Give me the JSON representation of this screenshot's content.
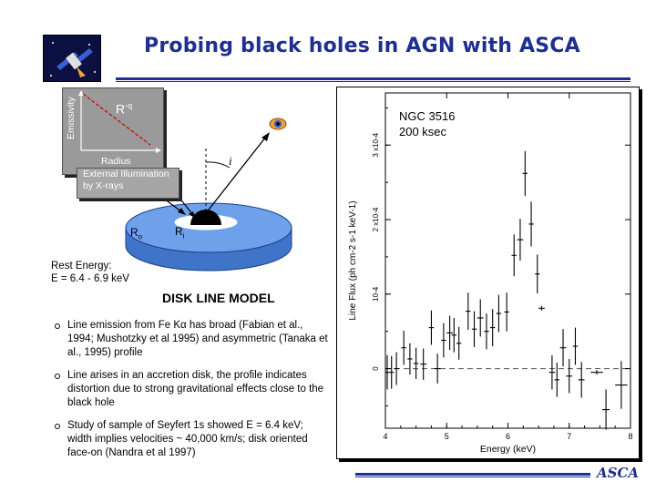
{
  "title": "Probing black holes in AGN with ASCA",
  "footer": "ASCA",
  "diagram": {
    "emissivity_label": "Emissivity",
    "emissivity_law": "R",
    "emissivity_exp": "-q",
    "radius_label": "Radius",
    "illumination_line1": "External Illumination",
    "illumination_line2": "by X-rays",
    "r_outer": "R",
    "r_outer_sub": "o",
    "r_inner": "R",
    "r_inner_sub": "i",
    "inclination": "i",
    "rest_energy_line1": "Rest Energy:",
    "rest_energy_line2": "E = 6.4 - 6.9 keV",
    "colors": {
      "disk": "#5b8fe0",
      "disk_edge": "#3b6fc0",
      "box": "#9a9a9a"
    }
  },
  "model_heading": "DISK LINE MODEL",
  "bullets": [
    "Line emission from Fe Kα has broad (Fabian et al., 1994; Mushotzky et al 1995) and asymmetric (Tanaka et al., 1995) profile",
    "Line arises in an accretion disk, the profile indicates distortion due to strong gravitational effects close to the black hole",
    "Study of sample of Seyfert 1s showed E = 6.4 keV; width implies velocities ~ 40,000 km/s; disk oriented face-on (Nandra et al 1997)"
  ],
  "chart_data": {
    "type": "scatter",
    "annotation_line1": "NGC 3516",
    "annotation_line2": "200 ksec",
    "xlabel": "Energy (keV)",
    "ylabel": "Line Flux (ph cm-2 s-1 keV-1)",
    "xlim": [
      4,
      8
    ],
    "ylim": [
      -8e-05,
      0.00037
    ],
    "xticks": [
      4,
      5,
      6,
      7,
      8
    ],
    "yticks": [
      {
        "value": 0,
        "label": "0"
      },
      {
        "value": 0.0001,
        "label": "10-4"
      },
      {
        "value": 0.0002,
        "label": "2 x10-4"
      },
      {
        "value": 0.0003,
        "label": "3 x10-4"
      }
    ],
    "zero_line": "dashed",
    "points": [
      {
        "x": 4.03,
        "y": -5e-06,
        "xerr": 0.03,
        "yerr": 2.3e-05
      },
      {
        "x": 4.1,
        "y": -5e-06,
        "xerr": 0.04,
        "yerr": 2.2e-05
      },
      {
        "x": 4.18,
        "y": 0.0,
        "xerr": 0.04,
        "yerr": 2.2e-05
      },
      {
        "x": 4.3,
        "y": 2.8e-05,
        "xerr": 0.04,
        "yerr": 2.3e-05
      },
      {
        "x": 4.4,
        "y": 1.3e-05,
        "xerr": 0.04,
        "yerr": 2.1e-05
      },
      {
        "x": 4.5,
        "y": 7e-06,
        "xerr": 0.04,
        "yerr": 2.1e-05
      },
      {
        "x": 4.62,
        "y": 6e-06,
        "xerr": 0.05,
        "yerr": 2.1e-05
      },
      {
        "x": 4.75,
        "y": 5.5e-05,
        "xerr": 0.04,
        "yerr": 2.3e-05
      },
      {
        "x": 4.85,
        "y": 0.0,
        "xerr": 0.05,
        "yerr": 2e-05
      },
      {
        "x": 4.95,
        "y": 3.8e-05,
        "xerr": 0.04,
        "yerr": 2.3e-05
      },
      {
        "x": 5.05,
        "y": 4.8e-05,
        "xerr": 0.05,
        "yerr": 2.3e-05
      },
      {
        "x": 5.12,
        "y": 4.5e-05,
        "xerr": 0.04,
        "yerr": 2.3e-05
      },
      {
        "x": 5.2,
        "y": 3.4e-05,
        "xerr": 0.04,
        "yerr": 2.2e-05
      },
      {
        "x": 5.35,
        "y": 7.7e-05,
        "xerr": 0.04,
        "yerr": 2.5e-05
      },
      {
        "x": 5.45,
        "y": 5.3e-05,
        "xerr": 0.04,
        "yerr": 2.4e-05
      },
      {
        "x": 5.55,
        "y": 6.8e-05,
        "xerr": 0.05,
        "yerr": 2.5e-05
      },
      {
        "x": 5.65,
        "y": 5e-05,
        "xerr": 0.04,
        "yerr": 2.4e-05
      },
      {
        "x": 5.75,
        "y": 5.5e-05,
        "xerr": 0.04,
        "yerr": 2.5e-05
      },
      {
        "x": 5.85,
        "y": 7.4e-05,
        "xerr": 0.04,
        "yerr": 2.5e-05
      },
      {
        "x": 5.98,
        "y": 7.6e-05,
        "xerr": 0.04,
        "yerr": 2.6e-05
      },
      {
        "x": 6.1,
        "y": 0.000152,
        "xerr": 0.04,
        "yerr": 2.8e-05
      },
      {
        "x": 6.2,
        "y": 0.000173,
        "xerr": 0.05,
        "yerr": 2.8e-05
      },
      {
        "x": 6.28,
        "y": 0.000262,
        "xerr": 0.04,
        "yerr": 3e-05
      },
      {
        "x": 6.38,
        "y": 0.000194,
        "xerr": 0.04,
        "yerr": 3e-05
      },
      {
        "x": 6.48,
        "y": 0.000127,
        "xerr": 0.04,
        "yerr": 2.6e-05
      },
      {
        "x": 6.55,
        "y": 8.1e-05,
        "xerr": 0.05,
        "yerr": 3e-06
      },
      {
        "x": 6.72,
        "y": -5e-06,
        "xerr": 0.05,
        "yerr": 2.3e-05
      },
      {
        "x": 6.8,
        "y": -1.5e-05,
        "xerr": 0.04,
        "yerr": 2.3e-05
      },
      {
        "x": 6.9,
        "y": 2.8e-05,
        "xerr": 0.05,
        "yerr": 2.5e-05
      },
      {
        "x": 7.0,
        "y": -1e-05,
        "xerr": 0.05,
        "yerr": 2.3e-05
      },
      {
        "x": 7.1,
        "y": 3e-05,
        "xerr": 0.04,
        "yerr": 2.5e-05
      },
      {
        "x": 7.2,
        "y": -1.5e-05,
        "xerr": 0.05,
        "yerr": 2.4e-05
      },
      {
        "x": 7.45,
        "y": -5e-06,
        "xerr": 0.1,
        "yerr": 3e-06
      },
      {
        "x": 7.6,
        "y": -5.5e-05,
        "xerr": 0.06,
        "yerr": 2.7e-05
      },
      {
        "x": 7.85,
        "y": -2.2e-05,
        "xerr": 0.1,
        "yerr": 3.2e-05
      }
    ]
  }
}
